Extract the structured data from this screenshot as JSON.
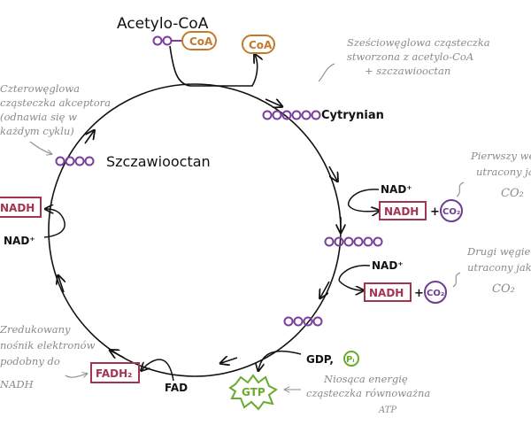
{
  "title": "Acetylo-CoA",
  "coa_label": "CoA",
  "coa_released_label": "CoA",
  "molecules": {
    "citrate": "Cytrynian",
    "oxaloacetate": "Szczawiooctan"
  },
  "cofactors": {
    "nad_plus_1": "NAD⁺",
    "nadh_1": "NADH",
    "co2_1": "CO₂",
    "nad_plus_2": "NAD⁺",
    "nadh_2": "NADH",
    "co2_2": "CO₂",
    "gdp_label": "GDP,",
    "pi_label": "Pᵢ",
    "gtp_label": "GTP",
    "fad_label": "FAD",
    "fadh2_label": "FADH₂",
    "nad_plus_3": "NAD⁺",
    "nadh_3": "NADH",
    "plus": "+"
  },
  "notes": {
    "six_carbon": [
      "Sześciowęglowa cząsteczka",
      "stworzona z acetylo-CoA",
      "+ szczawiooctan"
    ],
    "four_carbon": [
      "Czterowęglowa",
      "cząsteczka akceptora",
      "(odnawia się w",
      "każdym cyklu)"
    ],
    "first_carbon": [
      "Pierwszy węgiel",
      "utracony jako",
      "CO₂"
    ],
    "second_carbon": [
      "Drugi węgiel",
      "utracony jako",
      "CO₂"
    ],
    "electron_carrier": [
      "Zredukowany",
      "nośnik elektronów",
      "podobny do",
      "NADH"
    ],
    "gtp_note": [
      "Niosąca energię",
      "cząsteczka równoważna",
      "ATP"
    ]
  },
  "colors": {
    "carbon": "#7a3f9c",
    "coa": "#c47a2c",
    "nadh": "#a3354e",
    "co2": "#6f3d91",
    "gtp": "#6aaa2e",
    "pi": "#6aaa2e",
    "note": "#8a8a8a"
  }
}
